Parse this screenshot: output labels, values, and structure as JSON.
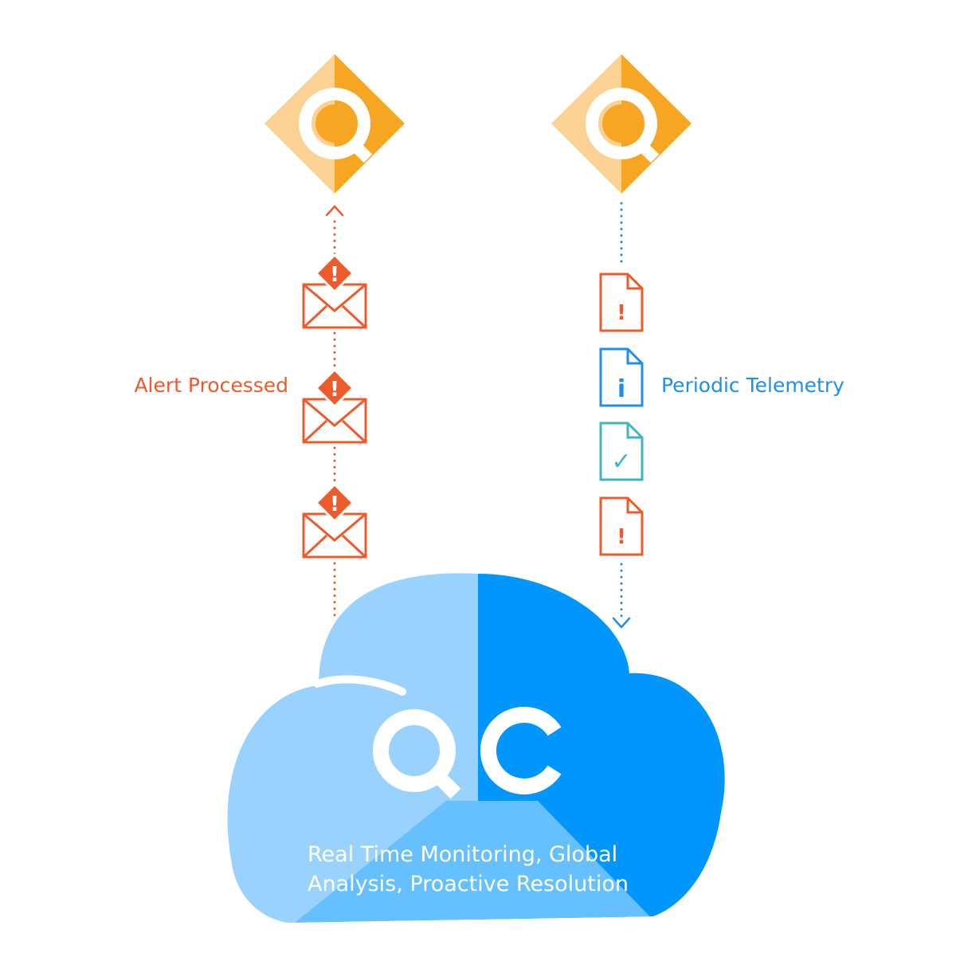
{
  "labels": {
    "left_flow": "Alert Processed",
    "right_flow": "Periodic Telemetry",
    "cloud_brand": "QC",
    "cloud_line1": "Real Time Monitoring, Global",
    "cloud_line2": "Analysis, Proactive Resolution"
  },
  "icon_glyphs": {
    "alert": "!",
    "info": "i",
    "check": "✓"
  },
  "colors": {
    "orange_light": "#fcd294",
    "orange_dark": "#f6a623",
    "alert_red": "#ee5b2b",
    "info_blue": "#1f8fe8",
    "check_teal": "#3fb6bd",
    "cloud_light": "#99d3fd",
    "cloud_mid": "#66c0fd",
    "cloud_dark": "#0096fb",
    "white": "#ffffff"
  }
}
